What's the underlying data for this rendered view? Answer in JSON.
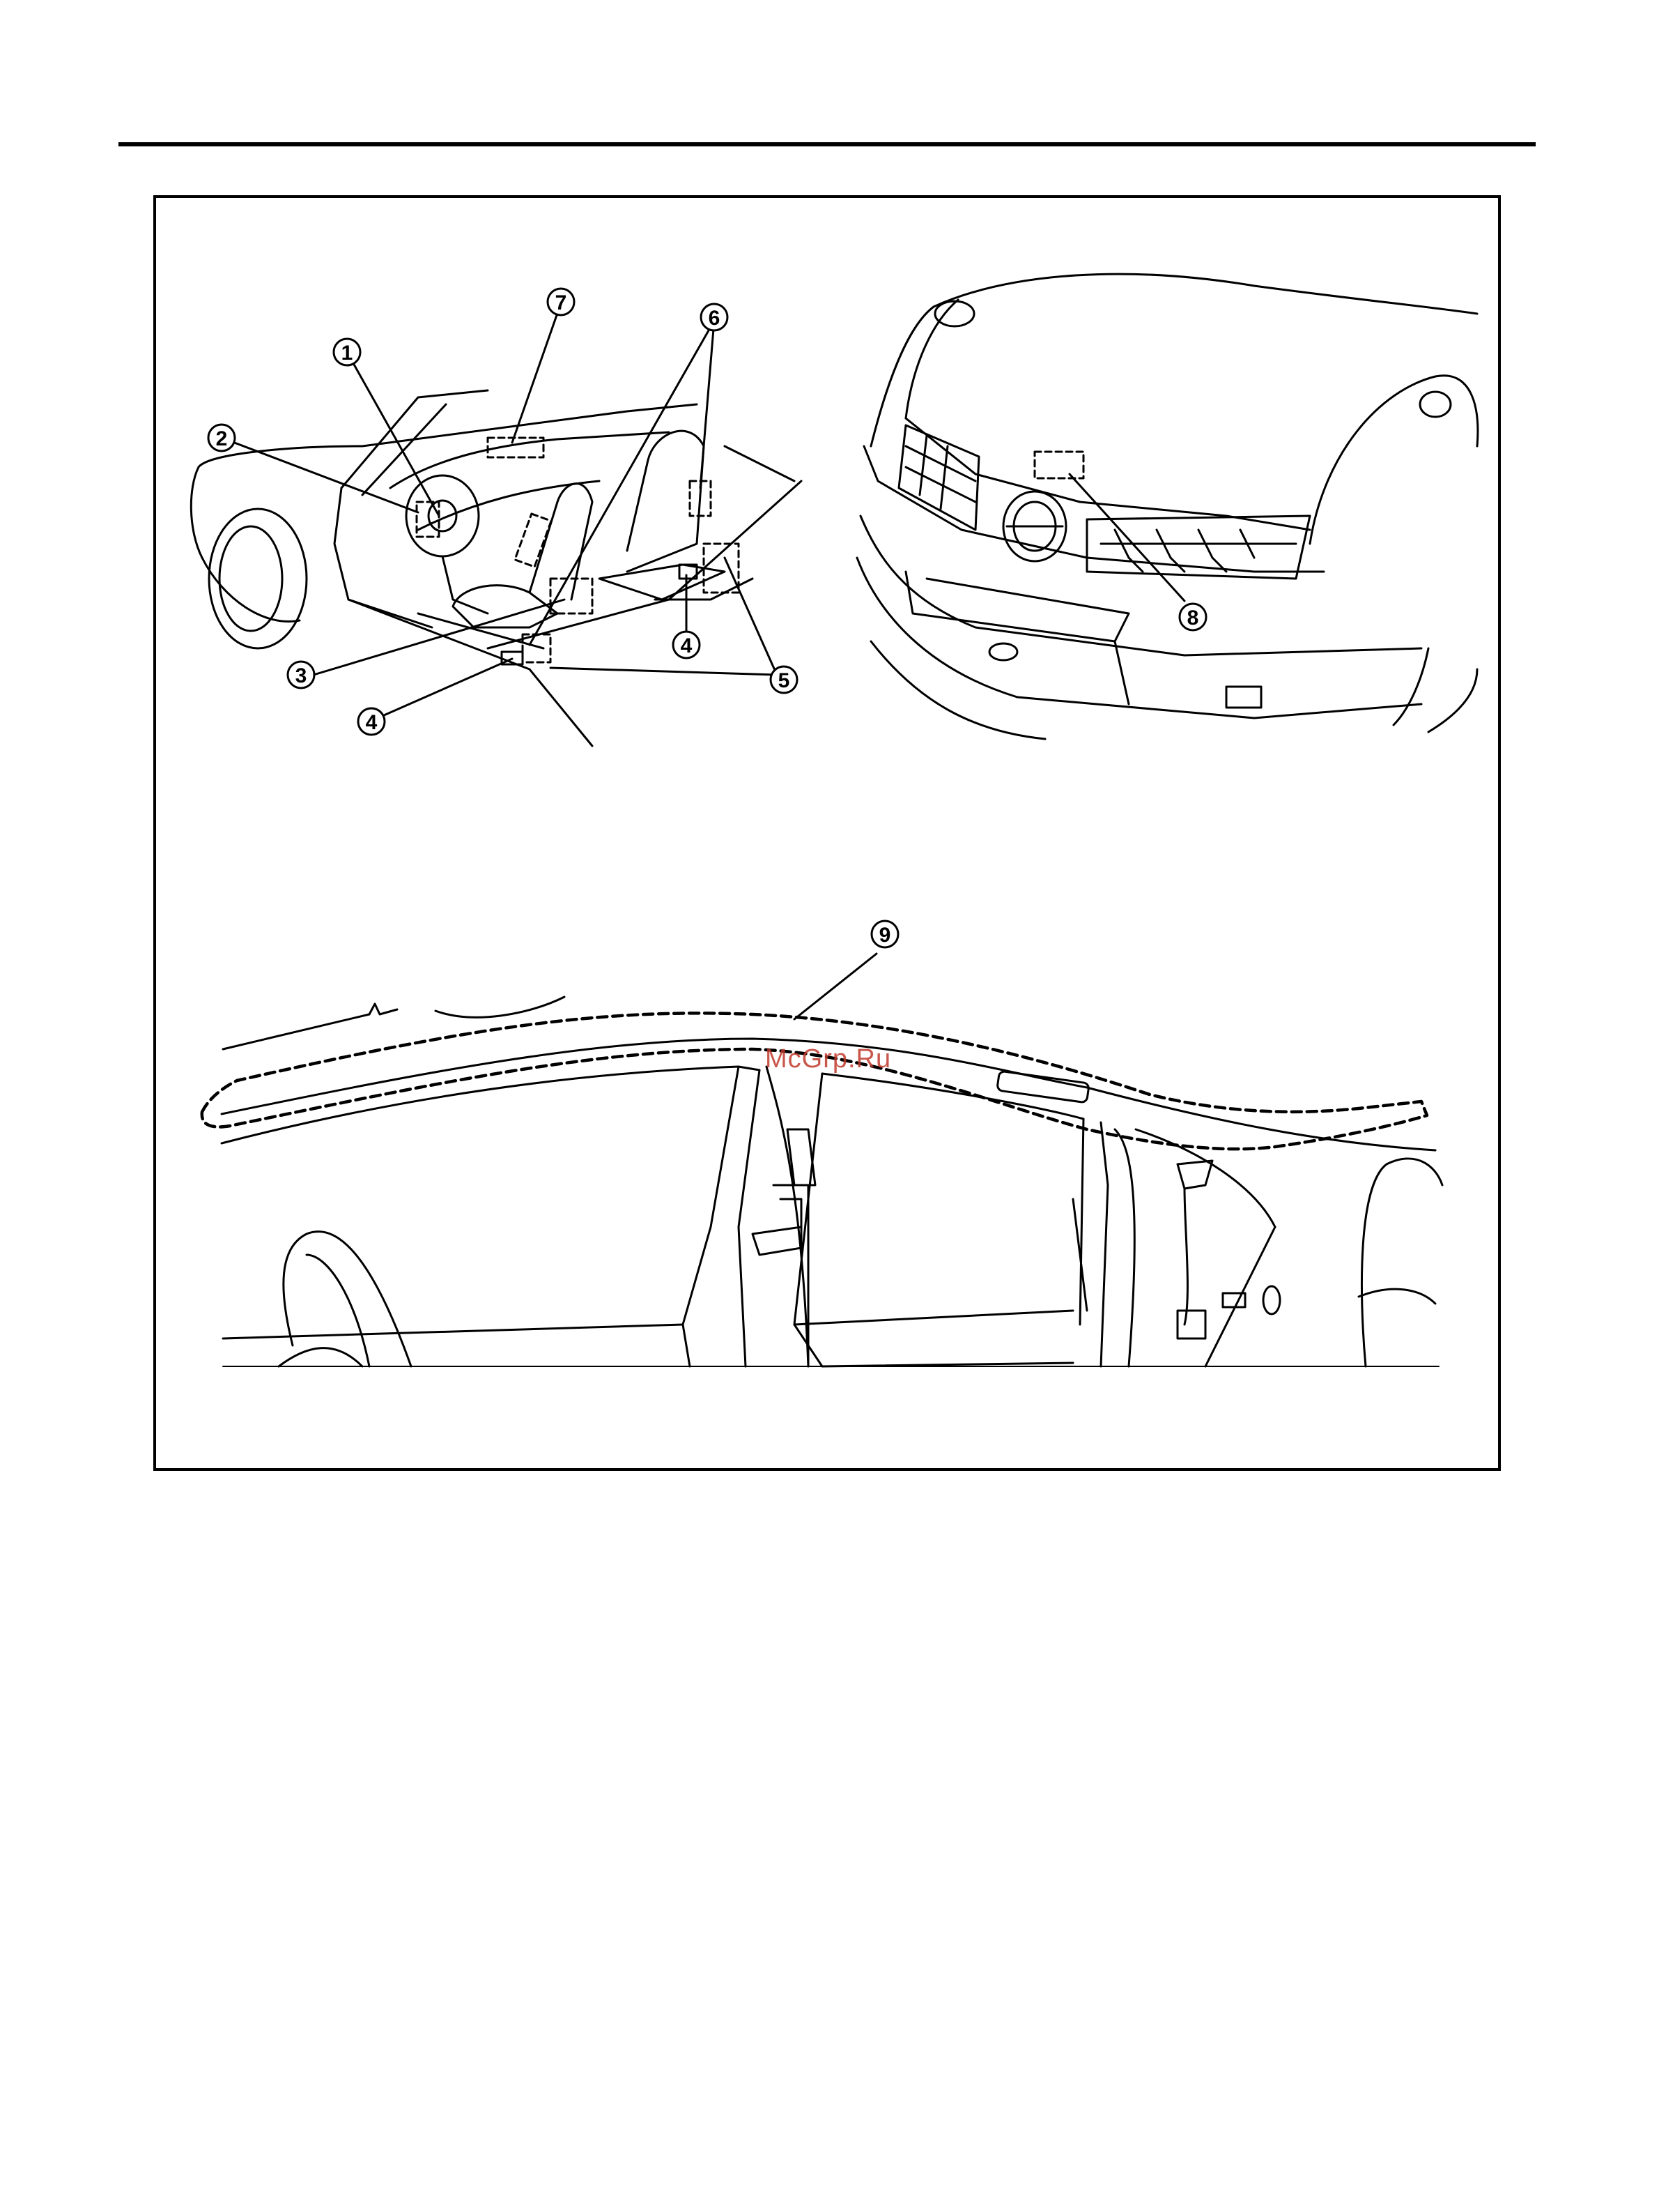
{
  "figure": {
    "callouts": [
      {
        "id": "c1",
        "label": "1"
      },
      {
        "id": "c2",
        "label": "2"
      },
      {
        "id": "c3",
        "label": "3"
      },
      {
        "id": "c4a",
        "label": "4"
      },
      {
        "id": "c4b",
        "label": "4"
      },
      {
        "id": "c5",
        "label": "5"
      },
      {
        "id": "c6",
        "label": "6"
      },
      {
        "id": "c7",
        "label": "7"
      },
      {
        "id": "c8",
        "label": "8"
      },
      {
        "id": "c9",
        "label": "9"
      }
    ]
  },
  "watermark": {
    "text": "McGrp.Ru"
  },
  "colors": {
    "ink": "#000000",
    "watermark": "#c0392b"
  }
}
